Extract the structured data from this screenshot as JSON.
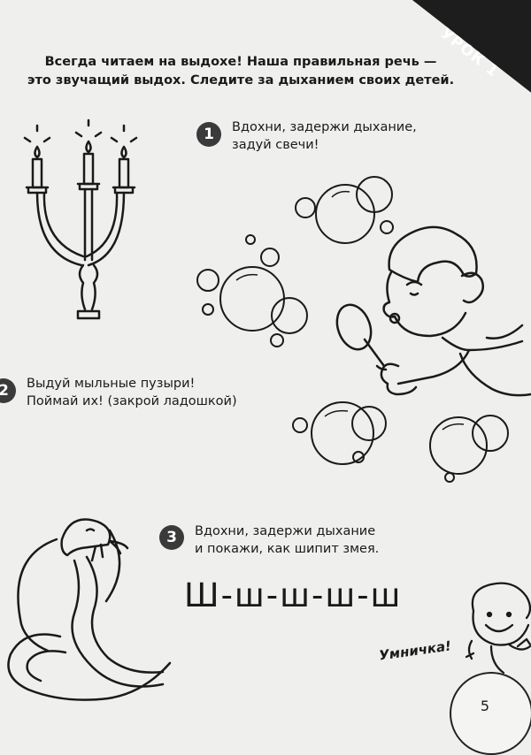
{
  "lesson": {
    "label": "УРОК 1"
  },
  "intro": {
    "line1": "Всегда читаем на выдохе! Наша правильная речь —",
    "line2": "это звучащий выдох. Следите за дыханием своих детей."
  },
  "tasks": [
    {
      "number": "1",
      "line1": "Вдохни,  задержи дыхание,",
      "line2": "задуй свечи!"
    },
    {
      "number": "2",
      "line1": "Выдуй мыльные пузыри!",
      "line2": "Поймай их! (закрой ладошкой)"
    },
    {
      "number": "3",
      "line1": "Вдохни, задержи дыхание",
      "line2": "и покажи, как шипит змея."
    }
  ],
  "hiss": "Ш-ш-ш-ш-ш",
  "praise": "Умничка!",
  "page_number": "5",
  "icons": {
    "candelabra": "candelabra-icon",
    "boy": "boy-blowing-bubbles-icon",
    "bubbles": "soap-bubble-icon",
    "snake": "cobra-icon",
    "child": "smiling-child-icon"
  }
}
